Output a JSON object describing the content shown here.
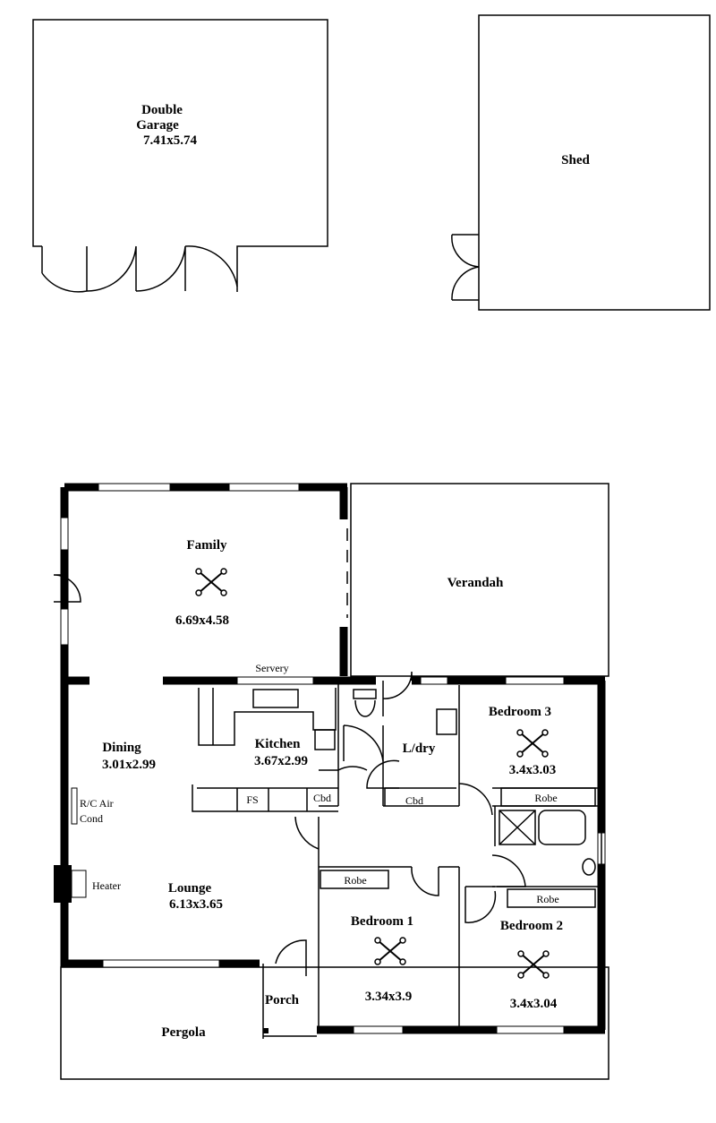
{
  "outbuildings": {
    "garage": {
      "line1": "Double",
      "line2": "Garage",
      "size": "7.41x5.74"
    },
    "shed": {
      "name": "Shed"
    }
  },
  "rooms": {
    "family": {
      "name": "Family",
      "size": "6.69x4.58"
    },
    "verandah": {
      "name": "Verandah"
    },
    "servery": "Servery",
    "dining": {
      "name": "Dining",
      "size": "3.01x2.99"
    },
    "kitchen": {
      "name": "Kitchen",
      "size": "3.67x2.99"
    },
    "laundry": {
      "name": "L/dry"
    },
    "bedroom3": {
      "name": "Bedroom 3",
      "size": "3.4x3.03",
      "robe": "Robe"
    },
    "fs": "FS",
    "cbd_kitchen": "Cbd",
    "cbd_laundry": "Cbd",
    "aircon": {
      "line1": "R/C Air",
      "line2": "Cond"
    },
    "heater": "Heater",
    "lounge": {
      "name": "Lounge",
      "size": "6.13x3.65"
    },
    "bedroom1": {
      "name": "Bedroom 1",
      "size": "3.34x3.9",
      "robe": "Robe"
    },
    "bedroom2": {
      "name": "Bedroom 2",
      "size": "3.4x3.04",
      "robe": "Robe"
    },
    "porch": {
      "name": "Porch"
    },
    "pergola": {
      "name": "Pergola"
    }
  },
  "icons": {
    "ceiling_fan": "ceiling-fan-icon"
  }
}
